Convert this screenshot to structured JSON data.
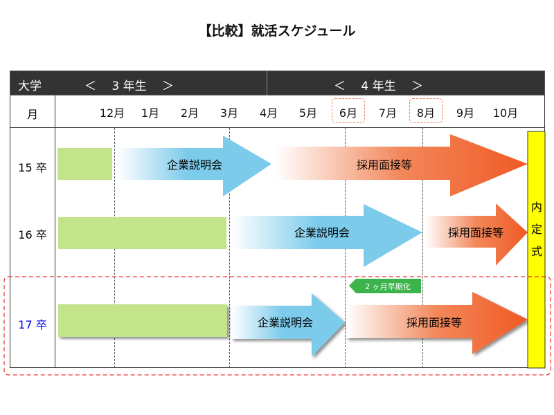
{
  "title": "【比較】就活スケジュール",
  "header": {
    "university": "大学",
    "year3": "＜　 3 年生 　＞",
    "year4": "＜　 4 年生 　＞"
  },
  "month_row": {
    "label": "月",
    "months": [
      "12月",
      "1月",
      "2月",
      "3月",
      "4月",
      "5月",
      "6月",
      "7月",
      "8月",
      "9月",
      "10月"
    ],
    "highlighted": [
      "6月",
      "8月"
    ]
  },
  "rows": [
    {
      "label": "15 卒",
      "seminar": "企業説明会",
      "interview": "採用面接等"
    },
    {
      "label": "16 卒",
      "seminar": "企業説明会",
      "interview": "採用面接等"
    },
    {
      "label": "17 卒",
      "seminar": "企業説明会",
      "interview": "採用面接等",
      "note": "2 ヶ月早期化"
    }
  ],
  "offer_label": "内\n定\n式",
  "colors": {
    "green_bar": "#c3e48a",
    "blue_arrow": "#7ccbeb",
    "orange_arrow": "#f05a24",
    "offer": "#ffff00",
    "highlight_row_label": "#0000ee",
    "note_tag": "#3cb44b"
  }
}
